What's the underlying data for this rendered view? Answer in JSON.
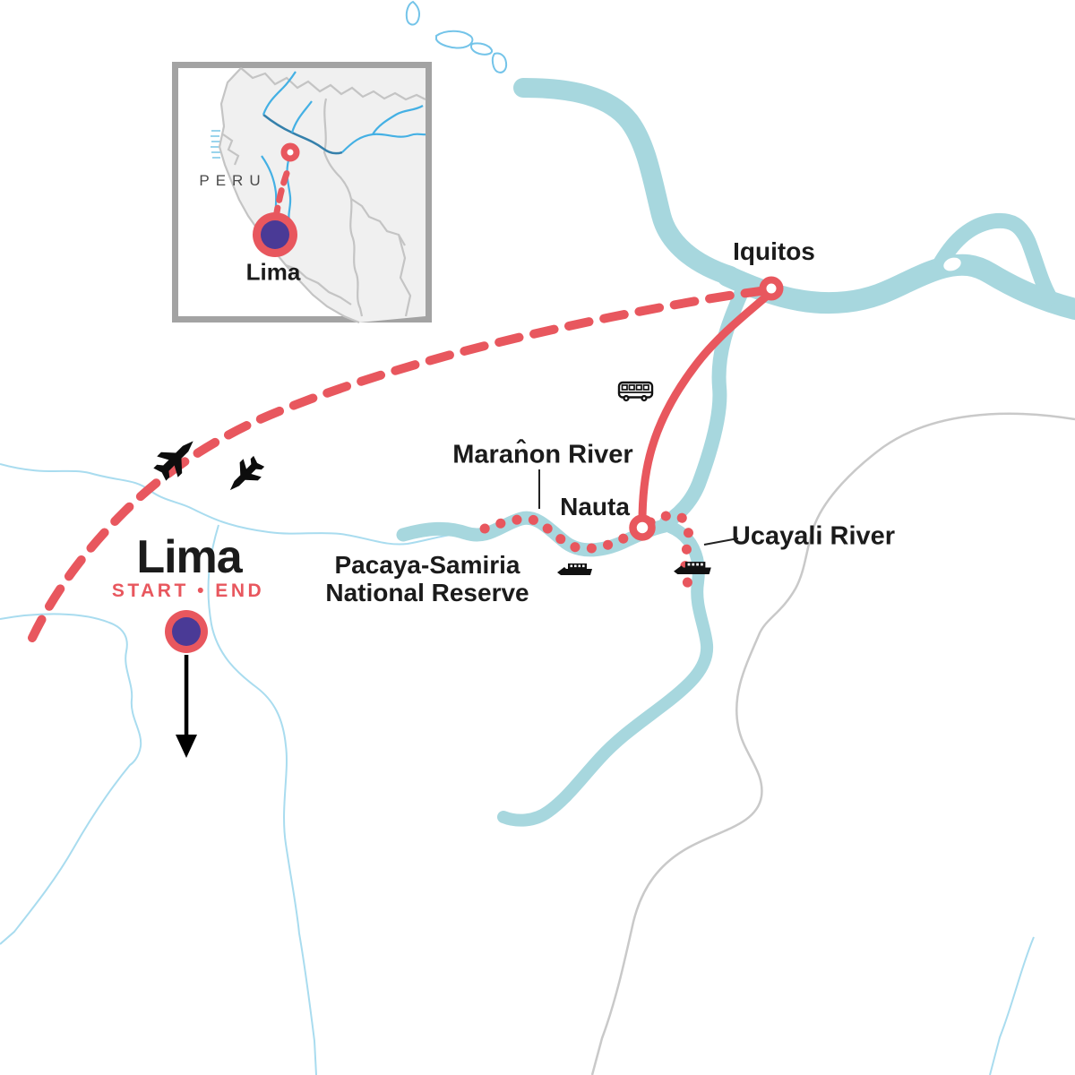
{
  "labels": {
    "iquitos": "Iquitos",
    "lima": "Lima",
    "lima_sub": "START • END",
    "nauta": "Nauta",
    "maranon_river": "Maran̂on River",
    "pacaya_line1": "Pacaya-Samiria",
    "pacaya_line2": "National Reserve",
    "ucayali_river": "Ucayali River"
  },
  "inset": {
    "country": "PERU",
    "city": "Lima"
  },
  "markers": [
    {
      "name": "Lima",
      "type": "start-end-marker",
      "style": "purple dot with red ring"
    },
    {
      "name": "Iquitos",
      "type": "stop-marker",
      "style": "red ring"
    },
    {
      "name": "Nauta",
      "type": "stop-marker",
      "style": "red ring"
    }
  ],
  "routes": [
    {
      "from": "Lima",
      "to": "Iquitos",
      "mode": "flight",
      "style": "red dashed line with airplane icons"
    },
    {
      "from": "Iquitos",
      "to": "Nauta",
      "mode": "bus",
      "style": "solid red line with bus icon"
    },
    {
      "from": "Nauta",
      "to": "Pacaya-Samiria / Ucayali River",
      "mode": "riverboat",
      "style": "red dotted line with boat icons"
    }
  ],
  "icons": {
    "airplane": "plane-silhouette",
    "bus": "minibus-outline",
    "boat": "riverboat-silhouette",
    "arrow": "downward-arrow"
  },
  "colors": {
    "route_red": "#e8575e",
    "marker_purple": "#4a3a96",
    "river_fill": "#a7d7de",
    "stream_blue": "#a9dcef",
    "lake_outline_blue": "#74c4e9",
    "inset_river_blue": "#44b0e4",
    "inset_river_dark": "#3580ab",
    "border_gray": "#c9c9c9",
    "inset_land_gray": "#f0f0f0",
    "inset_frame_gray": "#a3a3a3",
    "text_black": "#1b1b1b"
  }
}
